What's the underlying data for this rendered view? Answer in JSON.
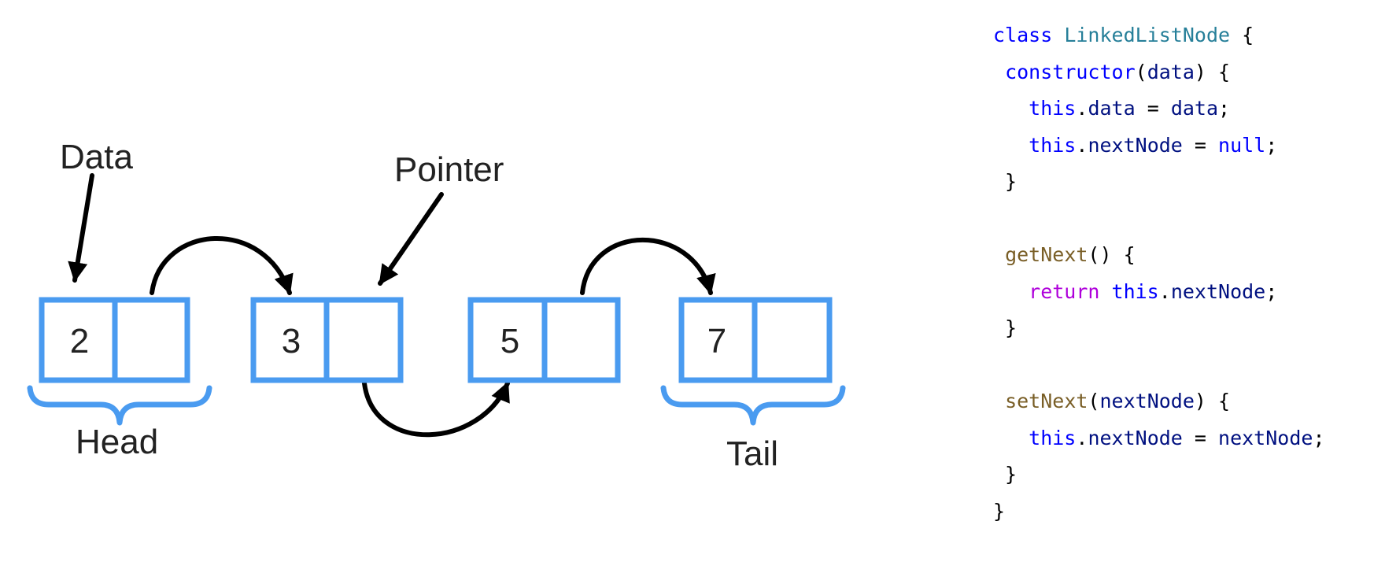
{
  "colors": {
    "node_border": "#4a9bf0",
    "arrow": "#000000",
    "text": "#222222",
    "code_keyword": "#0000ff",
    "code_classname": "#267f99",
    "code_function": "#795e26",
    "code_variable": "#001080",
    "code_control": "#af00db",
    "code_plain": "#000000"
  },
  "diagram": {
    "labels": {
      "data": "Data",
      "pointer": "Pointer",
      "head": "Head",
      "tail": "Tail"
    },
    "nodes": [
      {
        "value": "2"
      },
      {
        "value": "3"
      },
      {
        "value": "5"
      },
      {
        "value": "7"
      }
    ]
  },
  "code_lines": [
    [
      {
        "t": "class",
        "c": "keyword"
      },
      {
        "t": " ",
        "c": "plain"
      },
      {
        "t": "LinkedListNode",
        "c": "classname"
      },
      {
        "t": " {",
        "c": "plain"
      }
    ],
    [
      {
        "t": " ",
        "c": "plain"
      },
      {
        "t": "constructor",
        "c": "keyword"
      },
      {
        "t": "(",
        "c": "plain"
      },
      {
        "t": "data",
        "c": "variable"
      },
      {
        "t": ") {",
        "c": "plain"
      }
    ],
    [
      {
        "t": "   ",
        "c": "plain"
      },
      {
        "t": "this",
        "c": "keyword"
      },
      {
        "t": ".",
        "c": "plain"
      },
      {
        "t": "data",
        "c": "variable"
      },
      {
        "t": " = ",
        "c": "plain"
      },
      {
        "t": "data",
        "c": "variable"
      },
      {
        "t": ";",
        "c": "plain"
      }
    ],
    [
      {
        "t": "   ",
        "c": "plain"
      },
      {
        "t": "this",
        "c": "keyword"
      },
      {
        "t": ".",
        "c": "plain"
      },
      {
        "t": "nextNode",
        "c": "variable"
      },
      {
        "t": " = ",
        "c": "plain"
      },
      {
        "t": "null",
        "c": "keyword"
      },
      {
        "t": ";",
        "c": "plain"
      }
    ],
    [
      {
        "t": " }",
        "c": "plain"
      }
    ],
    [],
    [
      {
        "t": " ",
        "c": "plain"
      },
      {
        "t": "getNext",
        "c": "function"
      },
      {
        "t": "() {",
        "c": "plain"
      }
    ],
    [
      {
        "t": "   ",
        "c": "plain"
      },
      {
        "t": "return",
        "c": "control"
      },
      {
        "t": " ",
        "c": "plain"
      },
      {
        "t": "this",
        "c": "keyword"
      },
      {
        "t": ".",
        "c": "plain"
      },
      {
        "t": "nextNode",
        "c": "variable"
      },
      {
        "t": ";",
        "c": "plain"
      }
    ],
    [
      {
        "t": " }",
        "c": "plain"
      }
    ],
    [],
    [
      {
        "t": " ",
        "c": "plain"
      },
      {
        "t": "setNext",
        "c": "function"
      },
      {
        "t": "(",
        "c": "plain"
      },
      {
        "t": "nextNode",
        "c": "variable"
      },
      {
        "t": ") {",
        "c": "plain"
      }
    ],
    [
      {
        "t": "   ",
        "c": "plain"
      },
      {
        "t": "this",
        "c": "keyword"
      },
      {
        "t": ".",
        "c": "plain"
      },
      {
        "t": "nextNode",
        "c": "variable"
      },
      {
        "t": " = ",
        "c": "plain"
      },
      {
        "t": "nextNode",
        "c": "variable"
      },
      {
        "t": ";",
        "c": "plain"
      }
    ],
    [
      {
        "t": " }",
        "c": "plain"
      }
    ],
    [
      {
        "t": "}",
        "c": "plain"
      }
    ]
  ]
}
